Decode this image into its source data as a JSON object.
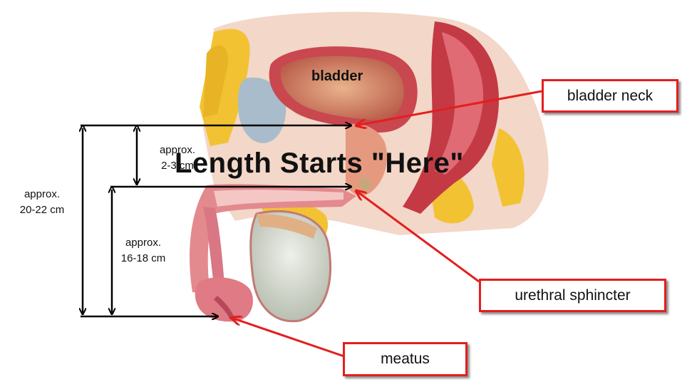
{
  "diagram": {
    "headline": "Length Starts \"Here\"",
    "organ_label": "bladder",
    "dimensions": [
      {
        "id": "total",
        "line1": "approx.",
        "line2": "20-22 cm"
      },
      {
        "id": "upper",
        "line1": "approx.",
        "line2": "2-3 cm"
      },
      {
        "id": "lower",
        "line1": "approx.",
        "line2": "16-18 cm"
      }
    ],
    "callouts": [
      {
        "id": "bladder-neck",
        "label": "bladder neck"
      },
      {
        "id": "urethral-sphincter",
        "label": "urethral sphincter"
      },
      {
        "id": "meatus",
        "label": "meatus"
      }
    ],
    "colors": {
      "callout_border": "#e41e1e",
      "arrow": "#e41e1e",
      "dimension_line": "#000000",
      "tissue_pink": "#e38a8f",
      "fat_yellow": "#f2c233",
      "bladder_wall": "#c9474f"
    }
  }
}
